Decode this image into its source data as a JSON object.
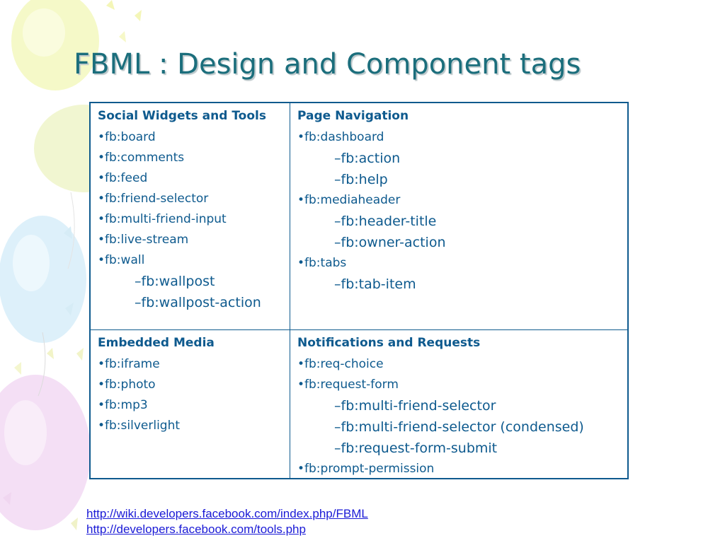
{
  "slide": {
    "title": "FBML : Design and Component tags",
    "colors": {
      "title": "#1b6e7c",
      "table_text": "#0e5a8e",
      "link": "#1a1ad6"
    }
  },
  "table": {
    "cells": [
      {
        "heading": "Social Widgets and Tools",
        "items": [
          {
            "text": "fb:board",
            "level": 1
          },
          {
            "text": "fb:comments",
            "level": 1
          },
          {
            "text": "fb:feed",
            "level": 1
          },
          {
            "text": "fb:friend-selector",
            "level": 1
          },
          {
            "text": "fb:multi-friend-input",
            "level": 1
          },
          {
            "text": "fb:live-stream",
            "level": 1
          },
          {
            "text": "fb:wall",
            "level": 1
          },
          {
            "text": "fb:wallpost",
            "level": 2
          },
          {
            "text": "fb:wallpost-action",
            "level": 2
          }
        ]
      },
      {
        "heading": "Page Navigation",
        "items": [
          {
            "text": "fb:dashboard",
            "level": 1
          },
          {
            "text": "fb:action",
            "level": 2
          },
          {
            "text": "fb:help",
            "level": 2
          },
          {
            "text": "fb:mediaheader",
            "level": 1
          },
          {
            "text": "fb:header-title",
            "level": 2
          },
          {
            "text": "fb:owner-action",
            "level": 2
          },
          {
            "text": "fb:tabs",
            "level": 1
          },
          {
            "text": "fb:tab-item",
            "level": 2
          }
        ]
      },
      {
        "heading": "Embedded Media",
        "items": [
          {
            "text": "fb:iframe",
            "level": 1
          },
          {
            "text": "fb:photo",
            "level": 1
          },
          {
            "text": "fb:mp3",
            "level": 1
          },
          {
            "text": "fb:silverlight",
            "level": 1
          }
        ]
      },
      {
        "heading": "Notifications and Requests",
        "items": [
          {
            "text": "fb:req-choice",
            "level": 1
          },
          {
            "text": "fb:request-form",
            "level": 1
          },
          {
            "text": "fb:multi-friend-selector",
            "level": 2
          },
          {
            "text": "fb:multi-friend-selector (condensed)",
            "level": 2
          },
          {
            "text": "fb:request-form-submit",
            "level": 2
          },
          {
            "text": "fb:prompt-permission",
            "level": 1
          }
        ]
      }
    ]
  },
  "links": [
    "http://wiki.developers.facebook.com/index.php/FBML",
    "http://developers.facebook.com/tools.php"
  ]
}
